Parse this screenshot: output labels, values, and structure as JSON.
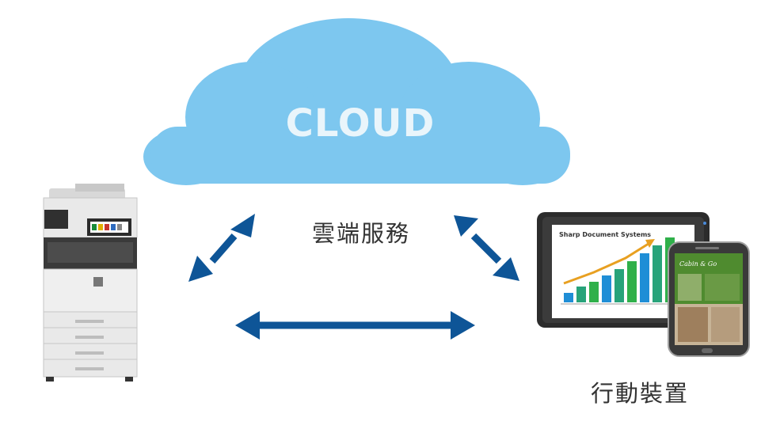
{
  "cloud": {
    "label": "CLOUD",
    "color": "#7dc7ef"
  },
  "cloud_service": {
    "label": "雲端服務"
  },
  "mobile_devices": {
    "label": "行動裝置"
  },
  "arrow_color": "#0e5597",
  "tablet_screen": {
    "title": "Sharp Document Systems"
  },
  "phone_screen": {
    "title": "Cabin & Go"
  }
}
